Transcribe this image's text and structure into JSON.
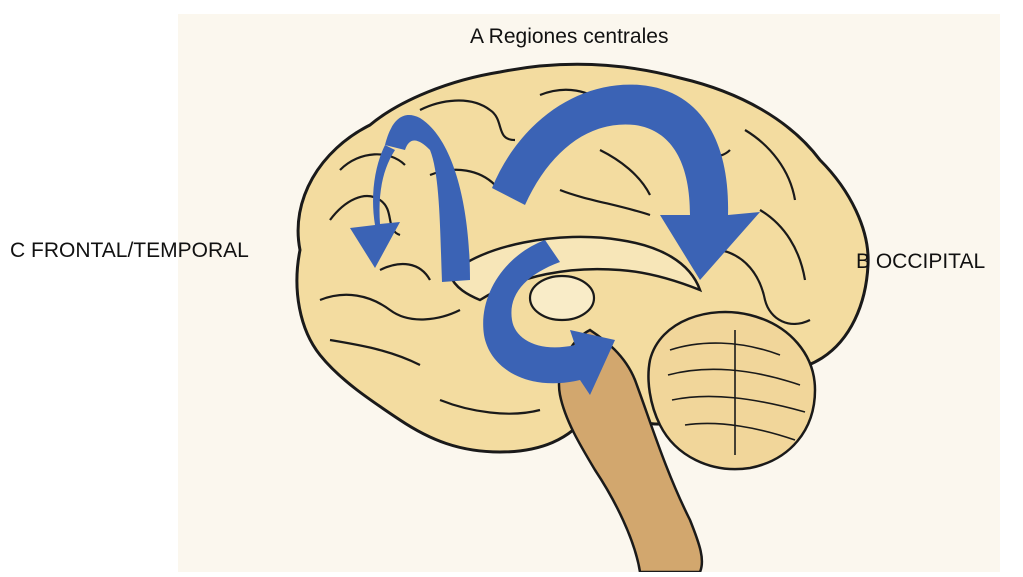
{
  "labels": {
    "a": "A Regiones centrales",
    "b": "B OCCIPITAL",
    "c": "C FRONTAL/TEMPORAL"
  },
  "colors": {
    "paper": "#fbf7ee",
    "brain_fill": "#f3dca0",
    "brain_shade": "#e9c98a",
    "outline": "#1a1a1a",
    "brainstem": "#d2a76e",
    "arrow": "#3b63b5"
  }
}
